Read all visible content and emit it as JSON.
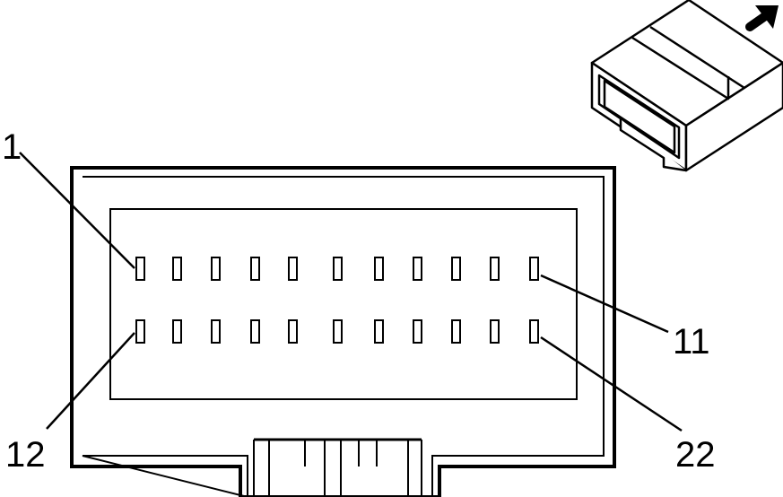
{
  "diagram": {
    "pin_labels": {
      "top_left": "1",
      "top_right": "11",
      "bottom_left": "12",
      "bottom_right": "22"
    },
    "pins": {
      "rows": 2,
      "per_row": 11,
      "total": 22
    },
    "inset_icon": "connector-3d-view-icon",
    "direction_icon": "arrow-up-right-icon",
    "colors": {
      "stroke": "#000000",
      "background": "#ffffff"
    }
  }
}
